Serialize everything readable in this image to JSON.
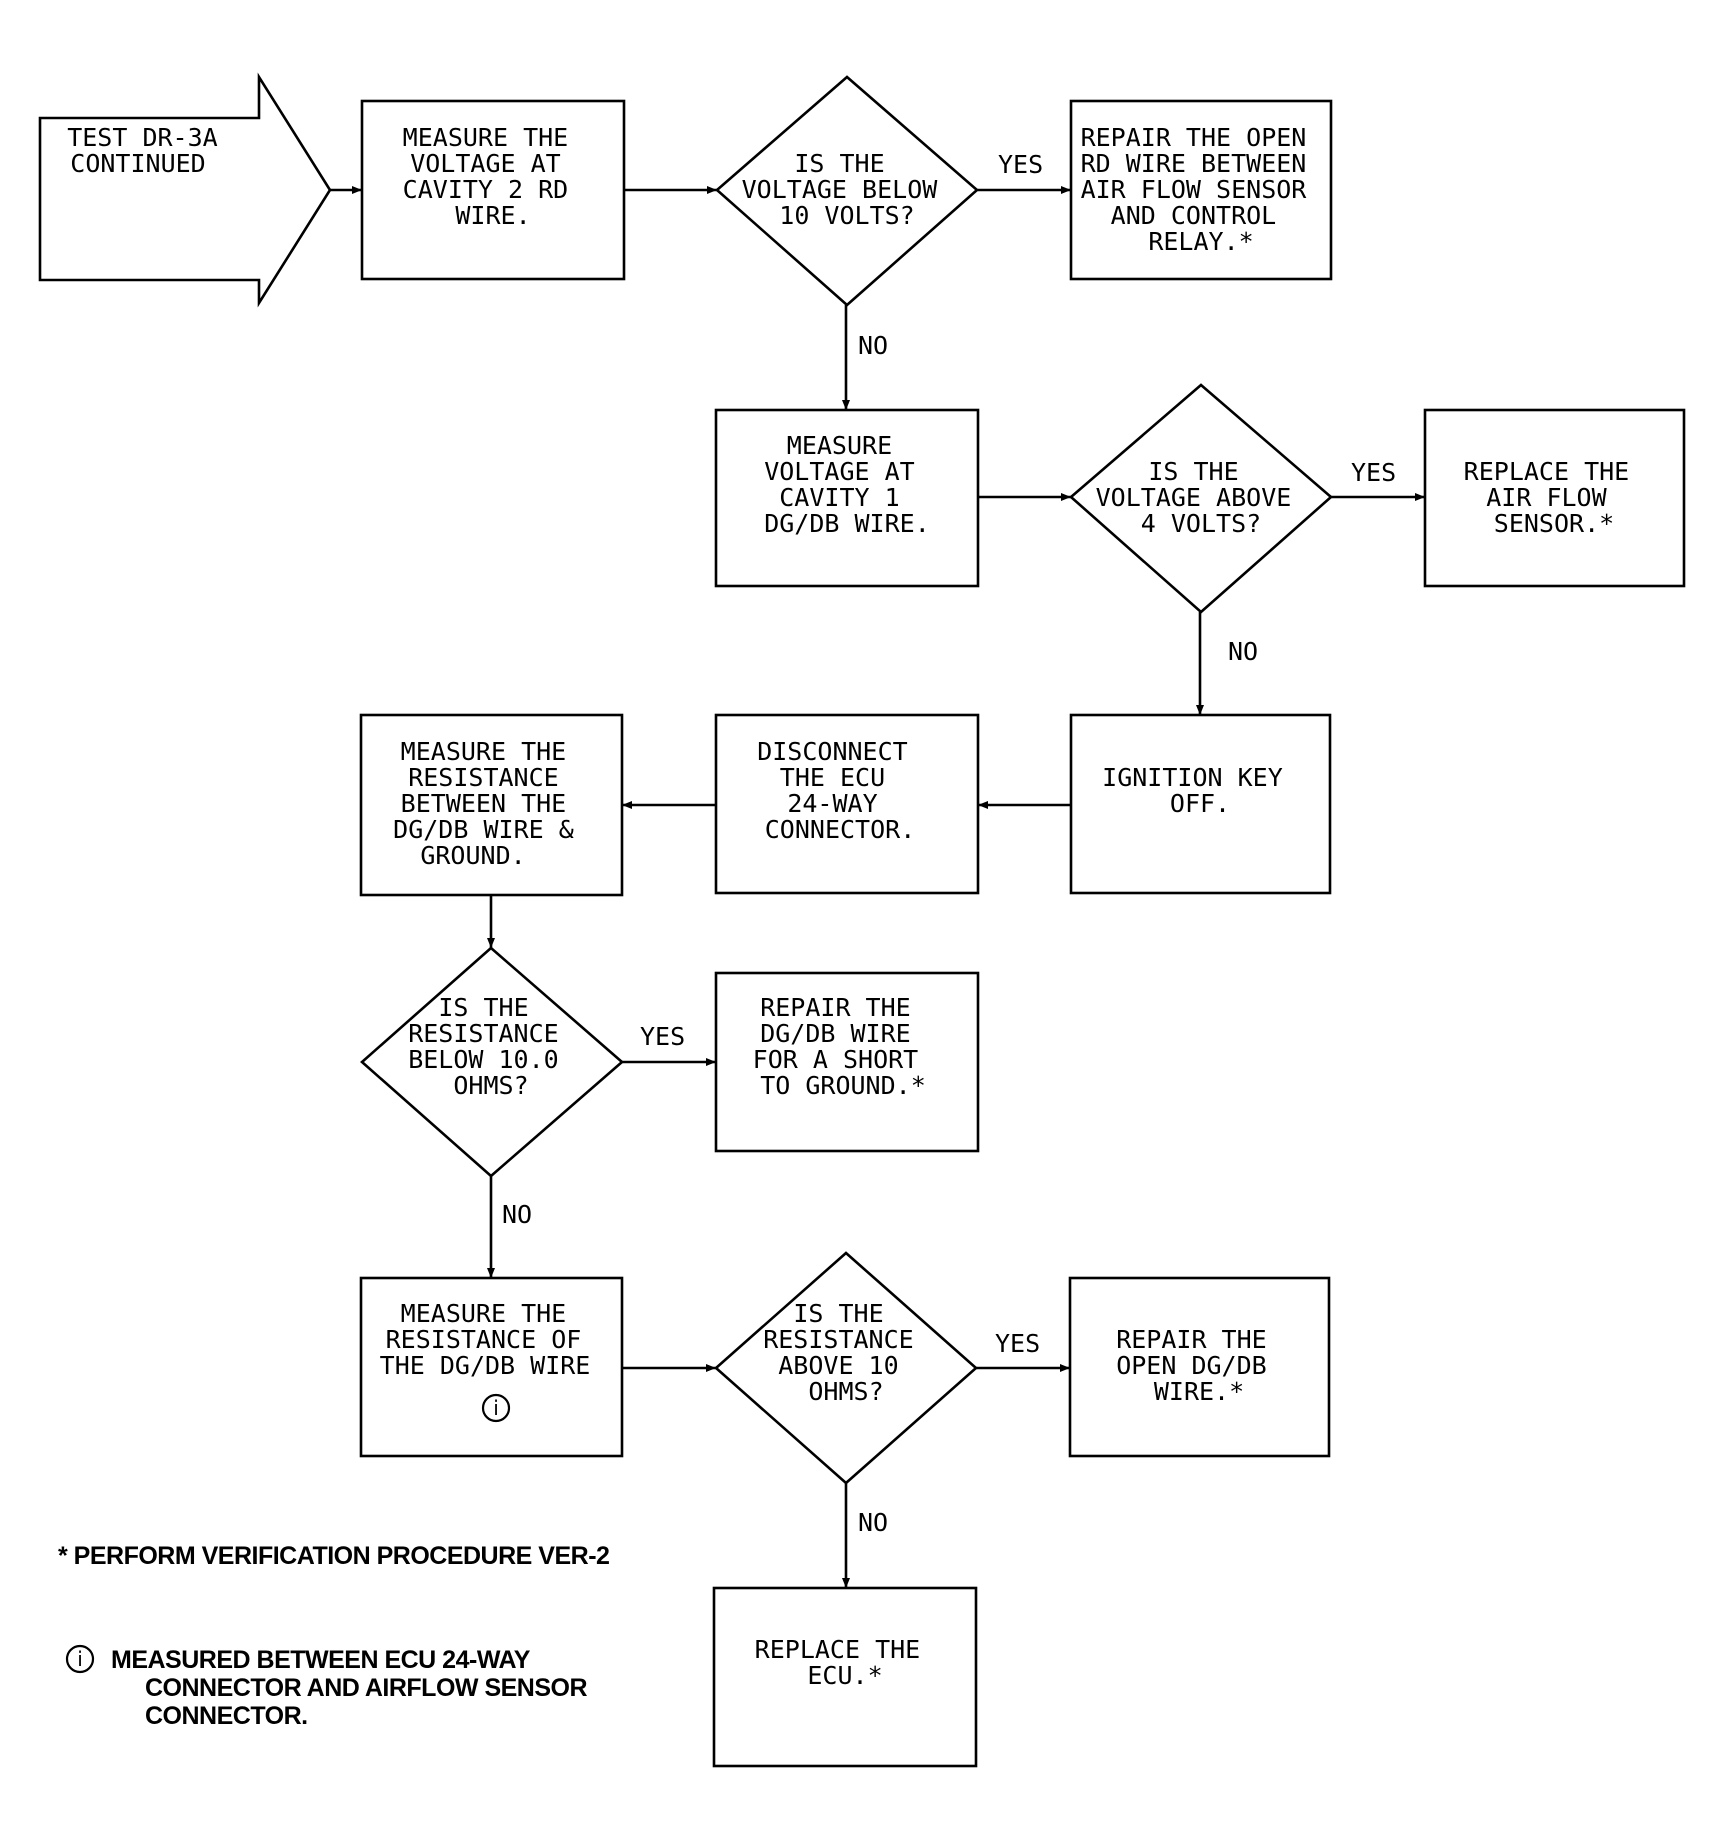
{
  "colors": {
    "ink": "#000000",
    "paper": "#ffffff"
  },
  "nodes": [
    {
      "id": "start",
      "shape": "arrow",
      "lines": [
        "TEST DR-3A",
        "CONTINUED"
      ]
    },
    {
      "id": "measure-cavity2",
      "shape": "process",
      "lines": [
        "MEASURE THE",
        "VOLTAGE AT",
        "CAVITY 2 RD",
        "WIRE."
      ]
    },
    {
      "id": "q-below-10v",
      "shape": "decision",
      "lines": [
        "IS THE",
        "VOLTAGE BELOW",
        "10 VOLTS?"
      ]
    },
    {
      "id": "repair-open-rd",
      "shape": "process",
      "lines": [
        "REPAIR THE OPEN",
        "RD WIRE BETWEEN",
        "AIR FLOW SENSOR",
        "AND CONTROL",
        "RELAY.*"
      ]
    },
    {
      "id": "measure-cavity1",
      "shape": "process",
      "lines": [
        "MEASURE",
        "VOLTAGE AT",
        "CAVITY 1",
        "DG/DB WIRE."
      ]
    },
    {
      "id": "q-above-4v",
      "shape": "decision",
      "lines": [
        "IS THE",
        "VOLTAGE ABOVE",
        "4 VOLTS?"
      ]
    },
    {
      "id": "replace-airflow",
      "shape": "process",
      "lines": [
        "REPLACE THE",
        "AIR FLOW",
        "SENSOR.*"
      ]
    },
    {
      "id": "ignition-off",
      "shape": "process",
      "lines": [
        "IGNITION KEY",
        "OFF."
      ]
    },
    {
      "id": "disconnect-ecu",
      "shape": "process",
      "lines": [
        "DISCONNECT",
        "THE ECU",
        "24-WAY",
        "CONNECTOR."
      ]
    },
    {
      "id": "measure-res-ground",
      "shape": "process",
      "lines": [
        "MEASURE THE",
        "RESISTANCE",
        "BETWEEN THE",
        "DG/DB WIRE &",
        "GROUND."
      ]
    },
    {
      "id": "q-below-10ohm",
      "shape": "decision",
      "lines": [
        "IS THE",
        "RESISTANCE",
        "BELOW 10.0",
        "OHMS?"
      ]
    },
    {
      "id": "repair-short",
      "shape": "process",
      "lines": [
        "REPAIR THE",
        "DG/DB WIRE",
        "FOR A SHORT",
        "TO GROUND.*"
      ]
    },
    {
      "id": "measure-res-wire",
      "shape": "process",
      "lines": [
        "MEASURE THE",
        "RESISTANCE OF",
        "THE DG/DB WIRE"
      ],
      "marker": "i"
    },
    {
      "id": "q-above-10ohm",
      "shape": "decision",
      "lines": [
        "IS THE",
        "RESISTANCE",
        "ABOVE 10",
        "OHMS?"
      ]
    },
    {
      "id": "repair-open-dg",
      "shape": "process",
      "lines": [
        "REPAIR THE",
        "OPEN DG/DB",
        "WIRE.*"
      ]
    },
    {
      "id": "replace-ecu",
      "shape": "process",
      "lines": [
        "REPLACE THE",
        "ECU.*"
      ]
    }
  ],
  "edge_labels": [
    "YES",
    "NO",
    "YES",
    "NO",
    "YES",
    "NO",
    "YES",
    "NO"
  ],
  "notes": {
    "verification": "* PERFORM VERIFICATION PROCEDURE VER-2",
    "footnote_marker": "i",
    "footnote_lines": [
      "MEASURED BETWEEN ECU 24-WAY",
      "CONNECTOR  AND AIRFLOW SENSOR",
      "CONNECTOR."
    ]
  }
}
